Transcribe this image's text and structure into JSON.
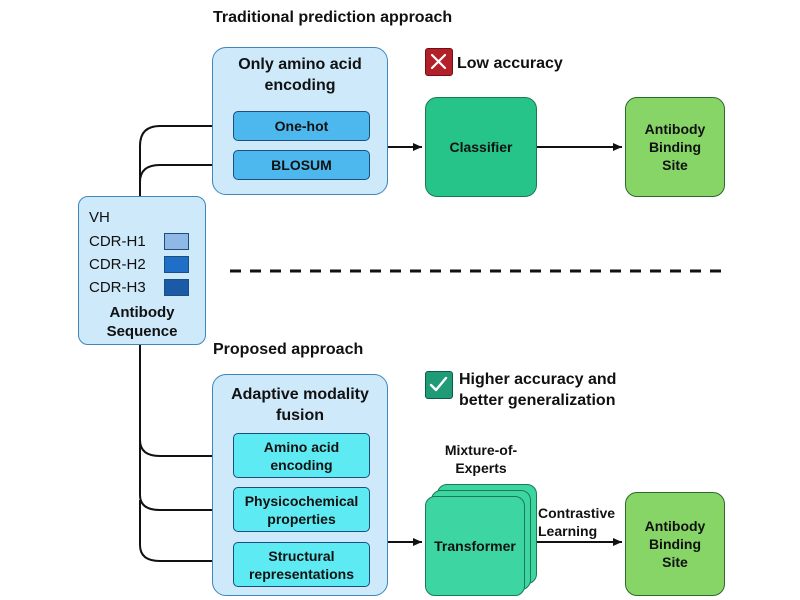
{
  "traditional": {
    "heading": "Traditional prediction approach",
    "panel_title_line1": "Only amino acid",
    "panel_title_line2": "encoding",
    "chips": [
      "One-hot",
      "BLOSUM"
    ],
    "note": "Low accuracy",
    "classifier": "Classifier",
    "output_line1": "Antibody",
    "output_line2": "Binding",
    "output_line3": "Site"
  },
  "proposed": {
    "heading": "Proposed approach",
    "panel_title_line1": "Adaptive modality",
    "panel_title_line2": "fusion",
    "chips": [
      {
        "line1": "Amino acid",
        "line2": "encoding"
      },
      {
        "line1": "Physicochemical",
        "line2": "properties"
      },
      {
        "line1": "Structural",
        "line2": "representations"
      }
    ],
    "note_line1": "Higher accuracy and",
    "note_line2": "better generalization",
    "moe_line1": "Mixture-of-",
    "moe_line2": "Experts",
    "transformer": "Transformer",
    "contrastive_line1": "Contrastive",
    "contrastive_line2": "Learning",
    "output_line1": "Antibody",
    "output_line2": "Binding",
    "output_line3": "Site"
  },
  "antibody": {
    "rows": [
      "VH",
      "CDR-H1",
      "CDR-H2",
      "CDR-H3"
    ],
    "title_line1": "Antibody",
    "title_line2": "Sequence"
  },
  "colors": {
    "panel_fill": "#cde9fa",
    "top_chip": "#4db8ed",
    "bottom_chip": "#5eeaf3",
    "classifier": "#27c489",
    "output": "#86d566",
    "transformer": "#3dd6a3",
    "low_badge": "#b3202a",
    "high_badge": "#1f9b78",
    "cdr_h1": "#8fb8e6",
    "cdr_h2": "#1f6fc9",
    "cdr_h3": "#1a5aa6"
  },
  "icons": {
    "low": "x-mark-icon",
    "high": "check-mark-icon"
  }
}
